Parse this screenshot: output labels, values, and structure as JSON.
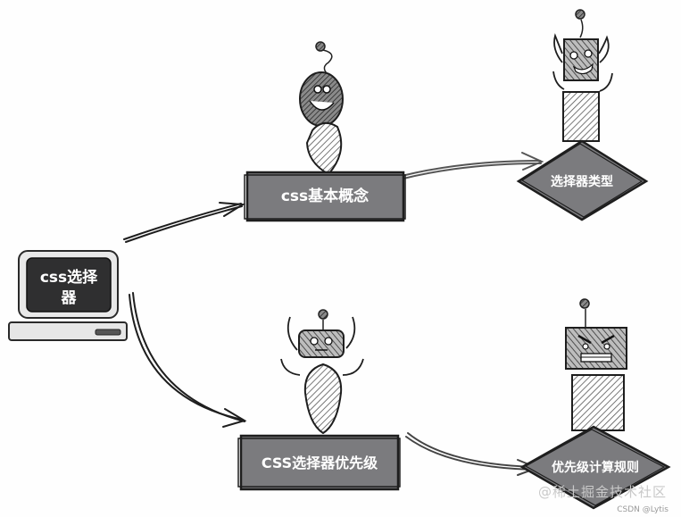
{
  "nodes": {
    "computer": {
      "label_line1": "css选择",
      "label_line2": "器"
    },
    "concept": {
      "label": "css基本概念"
    },
    "types": {
      "label": "选择器类型"
    },
    "priority": {
      "label": "CSS选择器优先级"
    },
    "rules": {
      "label": "优先级计算规则"
    }
  },
  "watermark": {
    "main": "@稀土掘金技术社区",
    "sub": "CSDN @Lytis"
  },
  "colors": {
    "box_fill": "#7b7b7e",
    "stroke": "#1e1e1e",
    "screen": "#2f2f30",
    "label": "#ffffff"
  }
}
